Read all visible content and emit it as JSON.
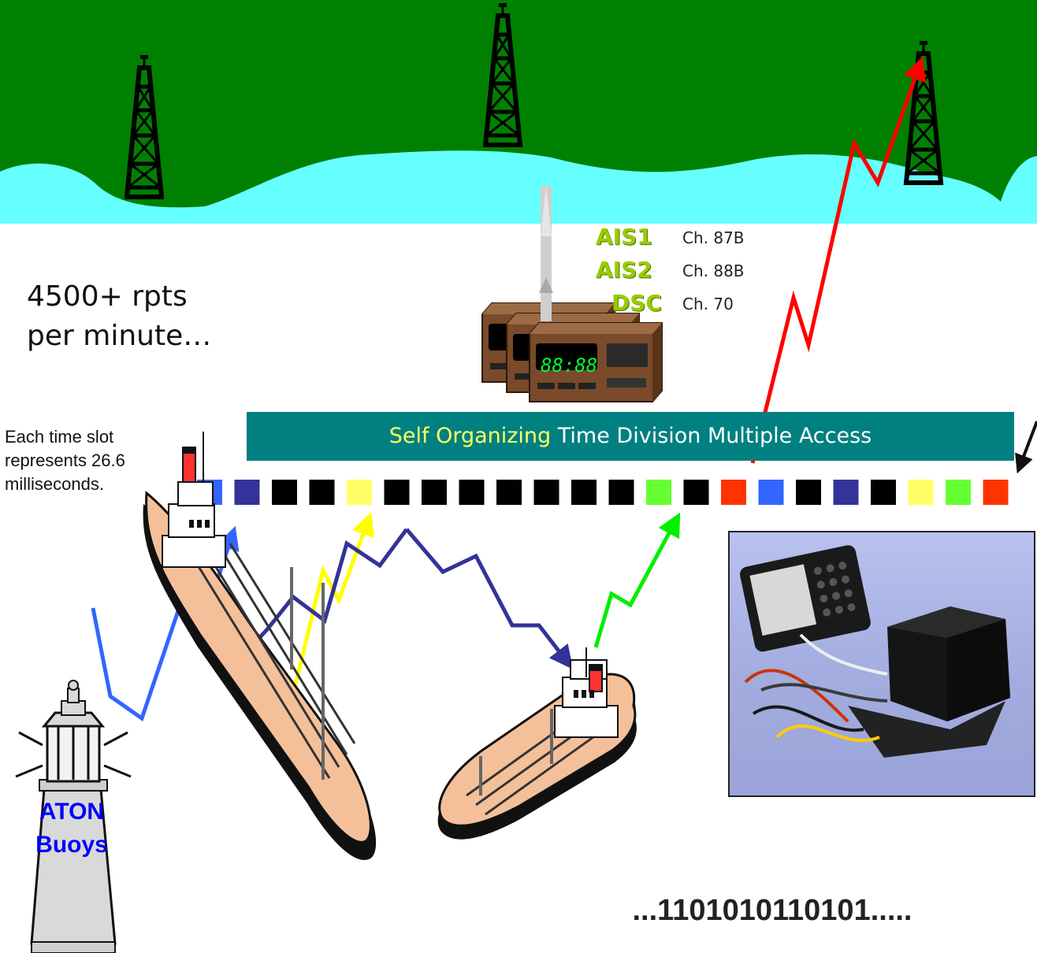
{
  "rate_text": "4500+ rpts\nper minute…",
  "slot_note": "Each time slot represents 26.6 milliseconds.",
  "channels": [
    {
      "name": "AIS1",
      "channel": "Ch. 87B"
    },
    {
      "name": "AIS2",
      "channel": "Ch. 88B"
    },
    {
      "name": "DSC",
      "channel": "Ch. 70"
    }
  ],
  "radio_display": "88:88",
  "banner": {
    "prefix": "Self Organizing",
    "rest": " Time Division Multiple Access"
  },
  "slots": [
    "blue",
    "navy",
    "black",
    "black",
    "yellow",
    "black",
    "black",
    "black",
    "black",
    "black",
    "black",
    "black",
    "green",
    "black",
    "red",
    "blue",
    "black",
    "navy",
    "black",
    "yellow",
    "green",
    "red"
  ],
  "aton_label": "ATON\nBuoys",
  "bitstream": "...1101010110101....."
}
